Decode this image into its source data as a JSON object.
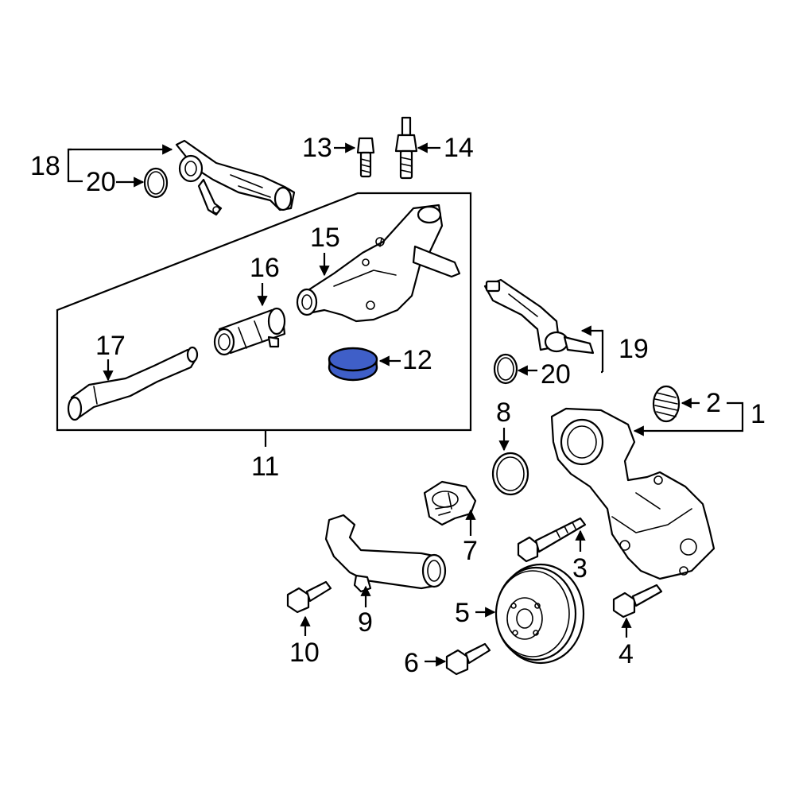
{
  "callouts": {
    "p1": "1",
    "p2": "2",
    "p3": "3",
    "p4": "4",
    "p5": "5",
    "p6": "6",
    "p7": "7",
    "p8": "8",
    "p9": "9",
    "p10": "10",
    "p11": "11",
    "p12": "12",
    "p13": "13",
    "p14": "14",
    "p15": "15",
    "p16": "16",
    "p17": "17",
    "p18": "18",
    "p19": "19",
    "p20a": "20",
    "p20b": "20"
  },
  "colors": {
    "highlight_fill": "#3f5fc8",
    "line": "#000000",
    "background": "#ffffff"
  },
  "highlighted_part": "12"
}
